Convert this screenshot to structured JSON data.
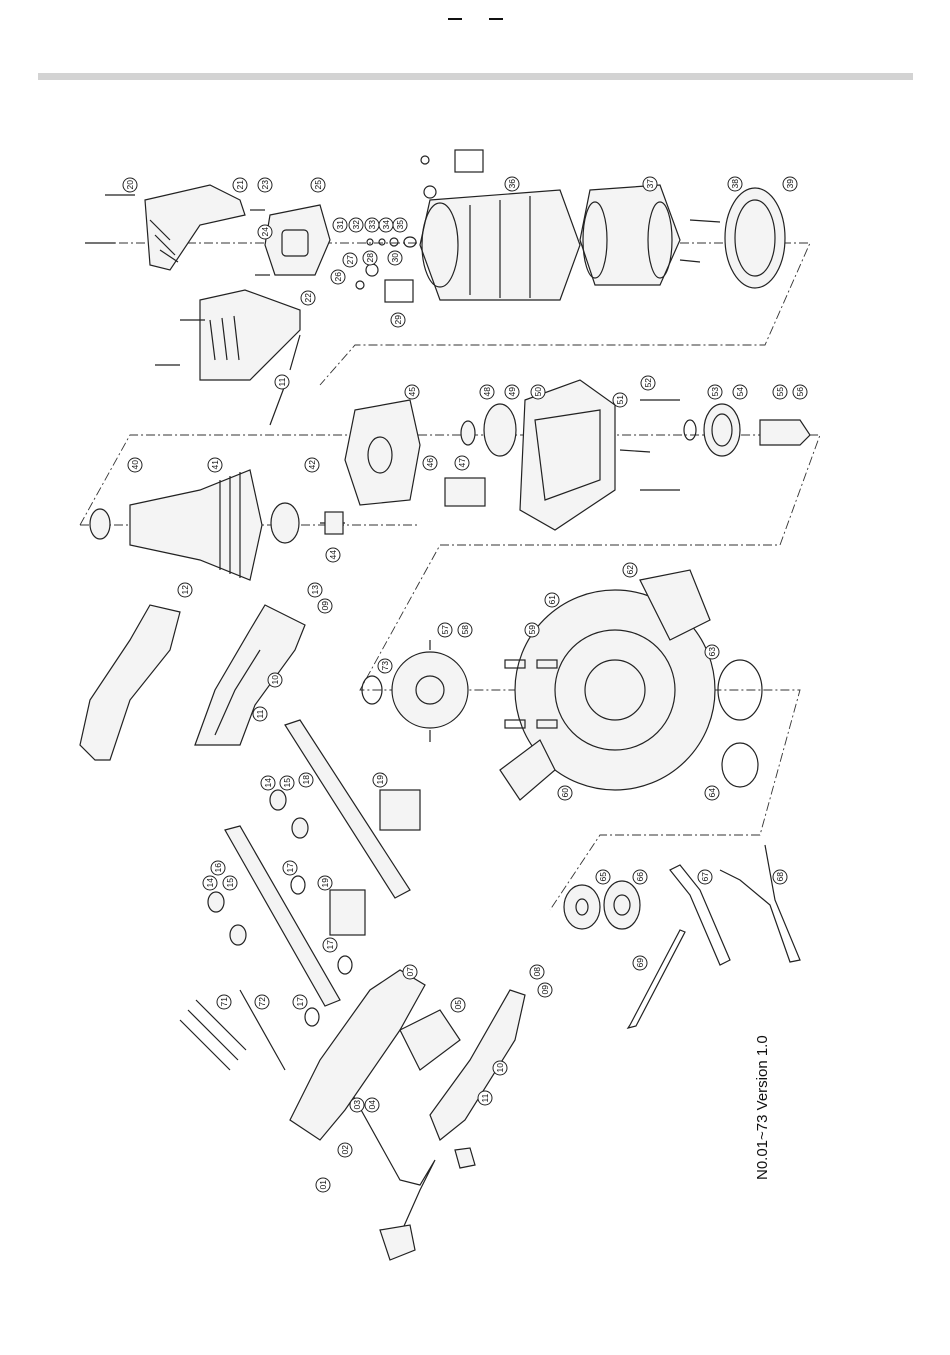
{
  "document": {
    "version_label": "N0.01~73 Version 1.0"
  },
  "callouts": {
    "housing_group": [
      "20",
      "21",
      "23",
      "25",
      "24",
      "22",
      "11",
      "31",
      "32",
      "33",
      "34",
      "35",
      "26",
      "27",
      "28",
      "30",
      "29",
      "36",
      "37",
      "38",
      "39"
    ],
    "armature_group": [
      "40",
      "41",
      "42",
      "44",
      "45",
      "46",
      "47",
      "48",
      "49",
      "50",
      "51",
      "52",
      "53",
      "54",
      "55",
      "56"
    ],
    "guard_group": [
      "12",
      "13",
      "09",
      "10",
      "11",
      "57",
      "58",
      "59",
      "61",
      "62",
      "63",
      "64",
      "60",
      "73"
    ],
    "rail_group": [
      "14",
      "15",
      "16",
      "17",
      "18",
      "19"
    ],
    "handle_group": [
      "01",
      "02",
      "03",
      "04",
      "05",
      "07",
      "08",
      "71",
      "72"
    ],
    "tools_group": [
      "65",
      "66",
      "67",
      "68",
      "69"
    ]
  }
}
